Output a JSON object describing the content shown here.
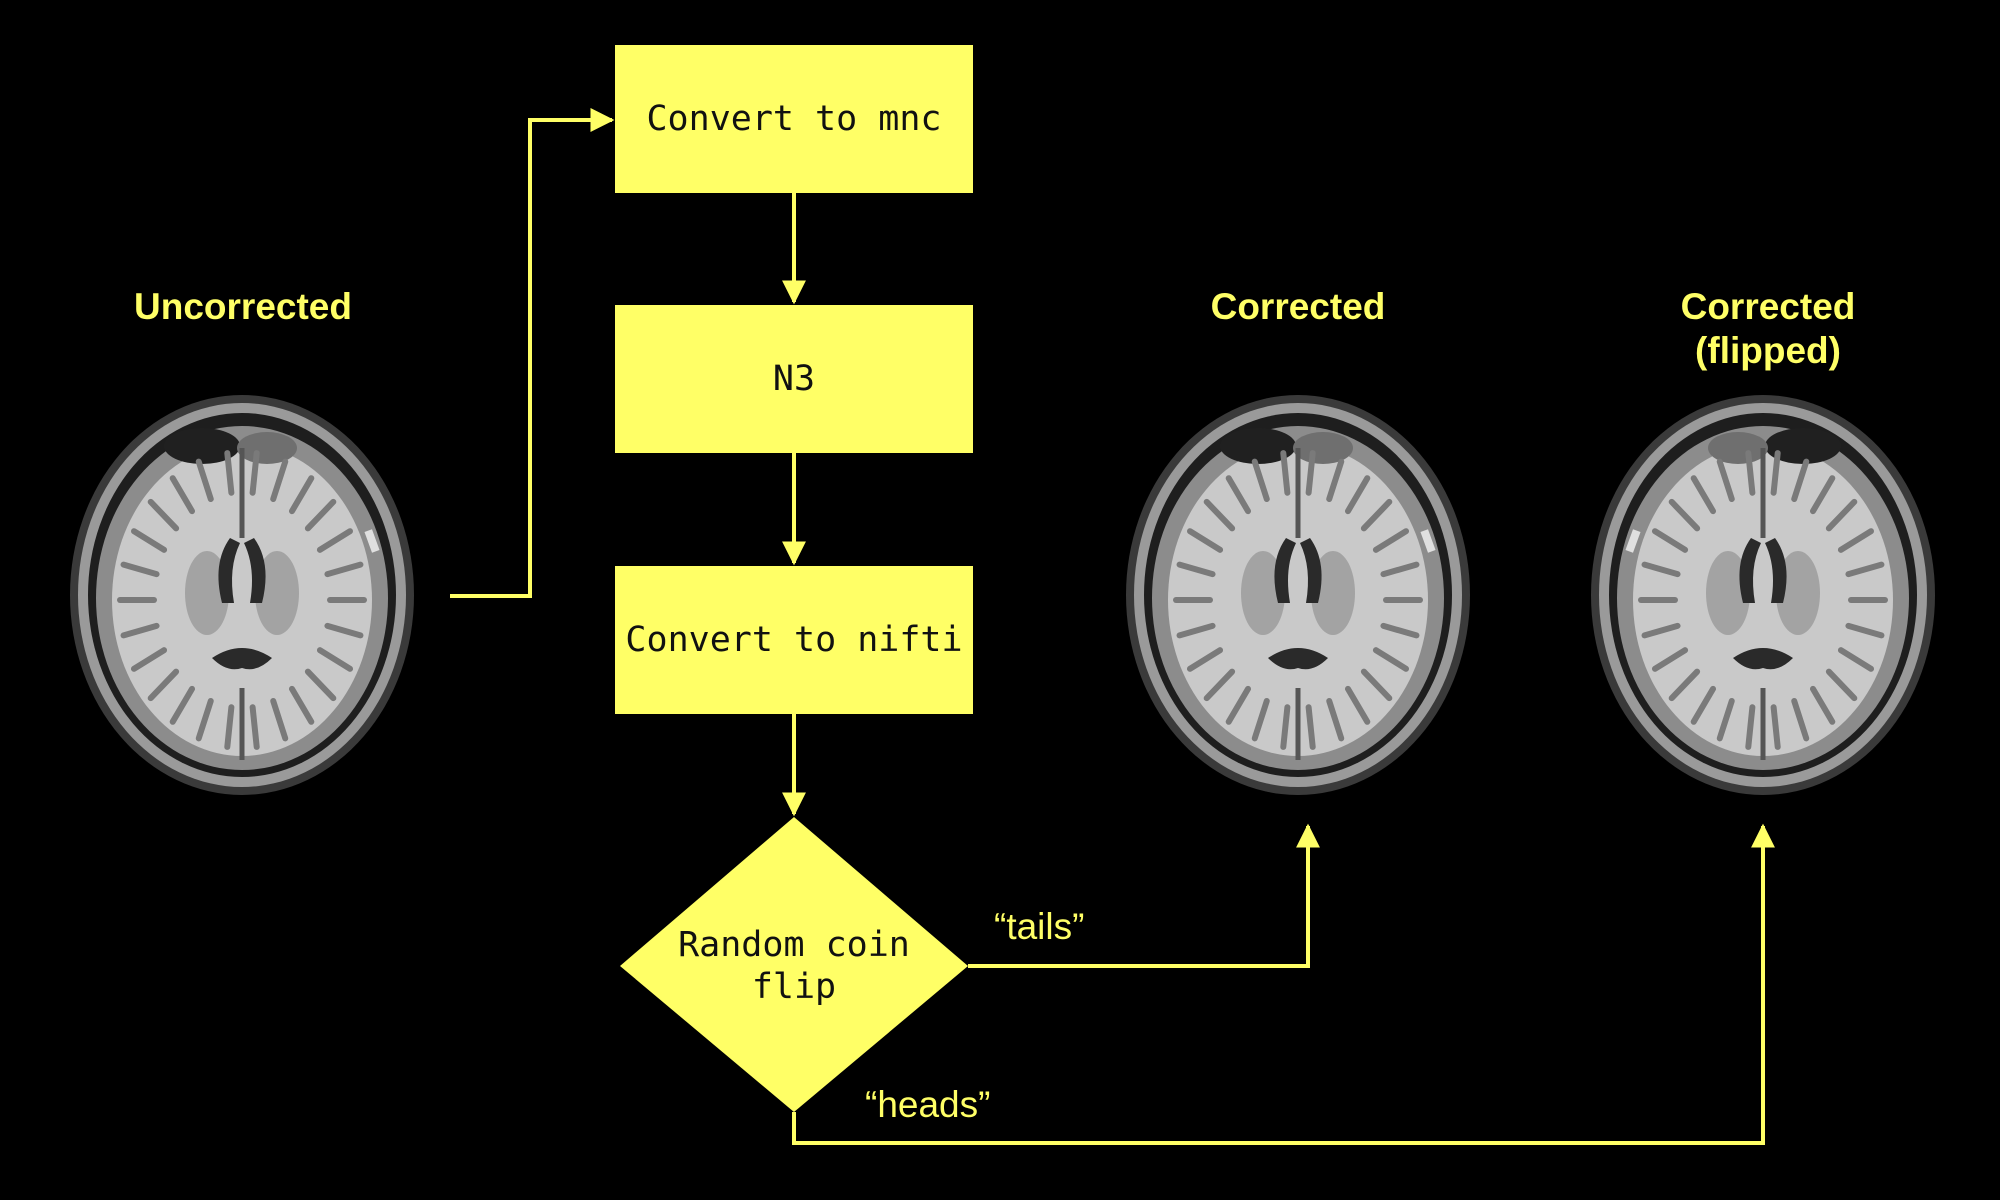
{
  "colors": {
    "background": "#000000",
    "accent": "#ffff66",
    "box_text": "#111111",
    "scan_gray": "#b8b8b8"
  },
  "labels": {
    "uncorrected": "Uncorrected",
    "corrected": "Corrected",
    "corrected_flipped_line1": "Corrected",
    "corrected_flipped_line2": "(flipped)"
  },
  "steps": {
    "convert_mnc": "Convert to mnc",
    "n3": "N3",
    "convert_nifti": "Convert to nifti",
    "coin_flip_line1": "Random coin",
    "coin_flip_line2": "flip"
  },
  "edges": {
    "tails": "“tails”",
    "heads": "“heads”"
  },
  "images": [
    {
      "name": "uncorrected-brain-scan",
      "icon": "axial-brain-mri",
      "flipped": false
    },
    {
      "name": "corrected-brain-scan",
      "icon": "axial-brain-mri",
      "flipped": false
    },
    {
      "name": "corrected-flipped-brain-scan",
      "icon": "axial-brain-mri",
      "flipped": true
    }
  ]
}
